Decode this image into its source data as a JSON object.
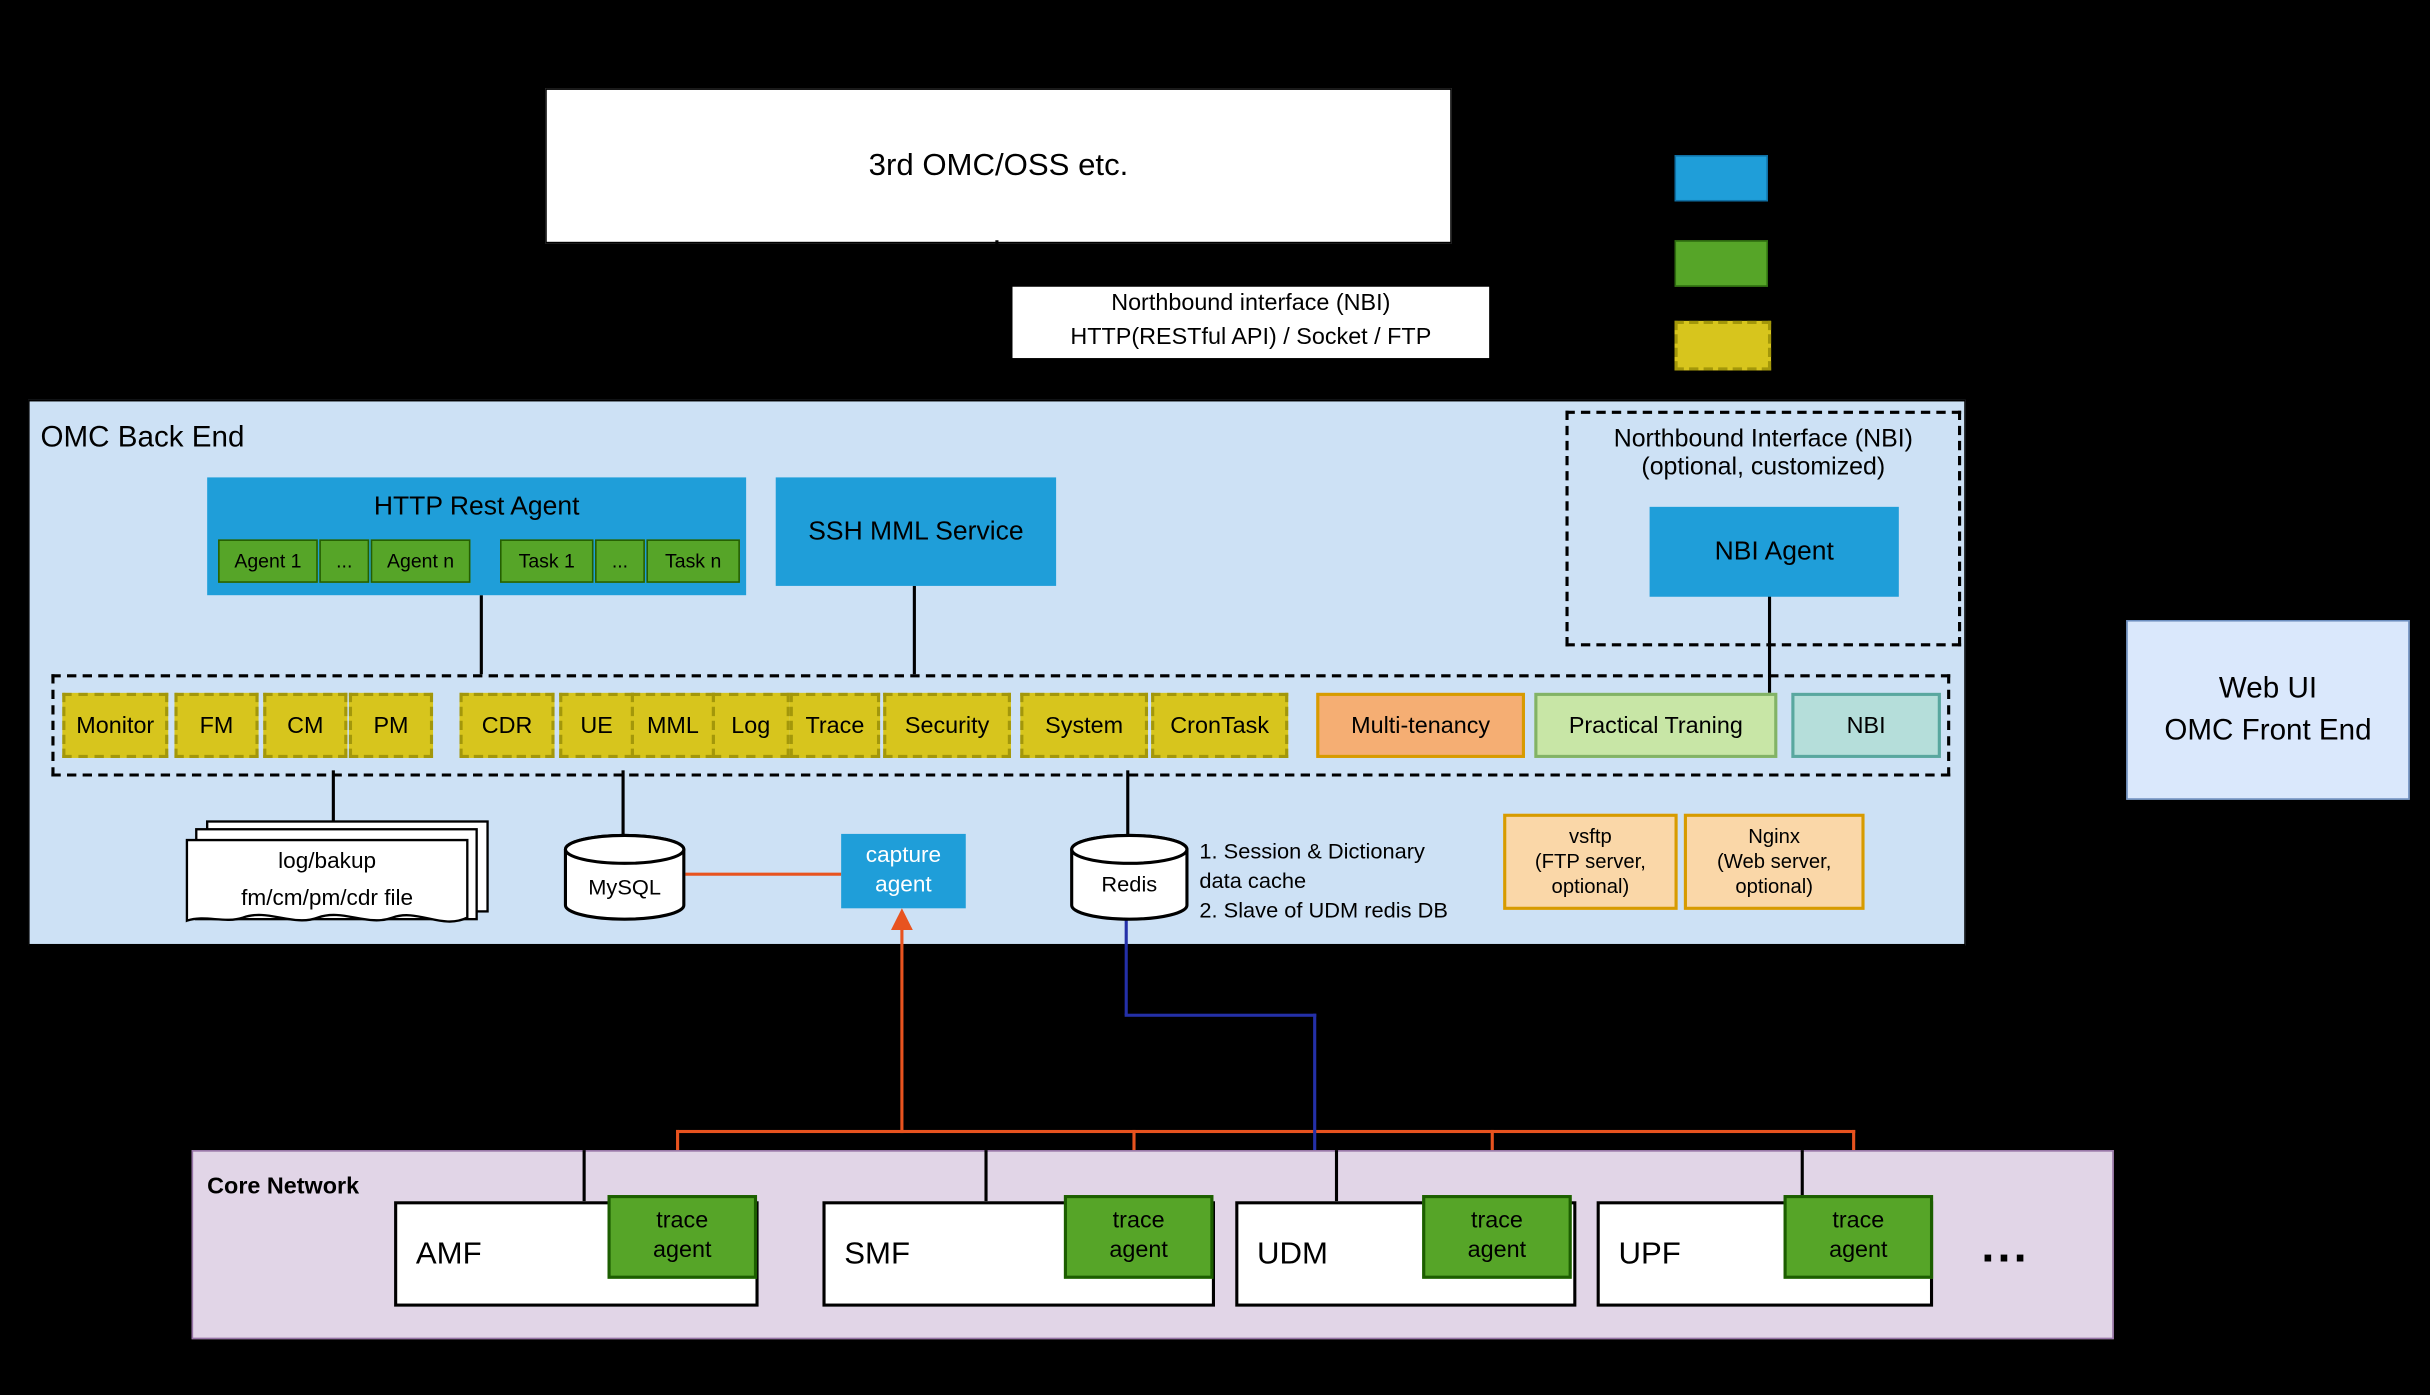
{
  "colors": {
    "blue": "#1F9ED9",
    "green": "#56A528",
    "yellow": "#D7C51D",
    "orange_line": "#E8531F",
    "blue_line": "#2430A8",
    "backend_bg": "#CDE1F5",
    "core_bg": "#E1D5E7",
    "frontend_bg": "#DAE8FC"
  },
  "top_box": {
    "label": "3rd OMC/OSS etc."
  },
  "legend": {
    "items": [
      {
        "name": "blue-swatch",
        "color": "#1F9ED9"
      },
      {
        "name": "green-swatch",
        "color": "#56A528"
      },
      {
        "name": "yellow-swatch",
        "color": "#D7C51D"
      }
    ]
  },
  "nbi_banner": {
    "line1": "Northbound interface (NBI)",
    "line2": "HTTP(RESTful API) / Socket / FTP"
  },
  "back_end": {
    "title": "OMC Back End",
    "http_rest_agent": {
      "title": "HTTP Rest Agent",
      "children": [
        "Agent 1",
        "...",
        "Agent n",
        "Task 1",
        "...",
        "Task n"
      ]
    },
    "ssh_mml": {
      "label": "SSH MML Service"
    },
    "nbi_box": {
      "title": "Northbound Interface (NBI)",
      "subtitle": "(optional, customized)",
      "agent": "NBI  Agent"
    },
    "modules": {
      "yellow": [
        "Monitor",
        "FM",
        "CM",
        "PM",
        "CDR",
        "UE",
        "MML",
        "Log",
        "Trace",
        "Security",
        "System",
        "CronTask"
      ],
      "extra": [
        {
          "label": "Multi-tenancy"
        },
        {
          "label": "Practical Traning"
        },
        {
          "label": "NBI"
        }
      ]
    },
    "files": {
      "line1": "log/bakup",
      "line2": "fm/cm/pm/cdr file"
    },
    "mysql": {
      "label": "MySQL"
    },
    "capture_agent": {
      "line1": "capture",
      "line2": "agent"
    },
    "redis": {
      "label": "Redis"
    },
    "redis_note": {
      "line1": "1. Session & Dictionary",
      "line2": "data cache",
      "line3": "2. Slave of UDM redis DB"
    },
    "vsftp": {
      "line1": "vsftp",
      "line2": "(FTP server,",
      "line3": "optional)"
    },
    "nginx": {
      "line1": "Nginx",
      "line2": "(Web server,",
      "line3": "optional)"
    }
  },
  "front_end": {
    "line1": "Web UI",
    "line2": "OMC Front End"
  },
  "core_network": {
    "title": "Core Network",
    "nodes": [
      {
        "name": "AMF"
      },
      {
        "name": "SMF"
      },
      {
        "name": "UDM"
      },
      {
        "name": "UPF"
      }
    ],
    "trace_agent": {
      "line1": "trace",
      "line2": "agent"
    },
    "ellipsis": "..."
  }
}
